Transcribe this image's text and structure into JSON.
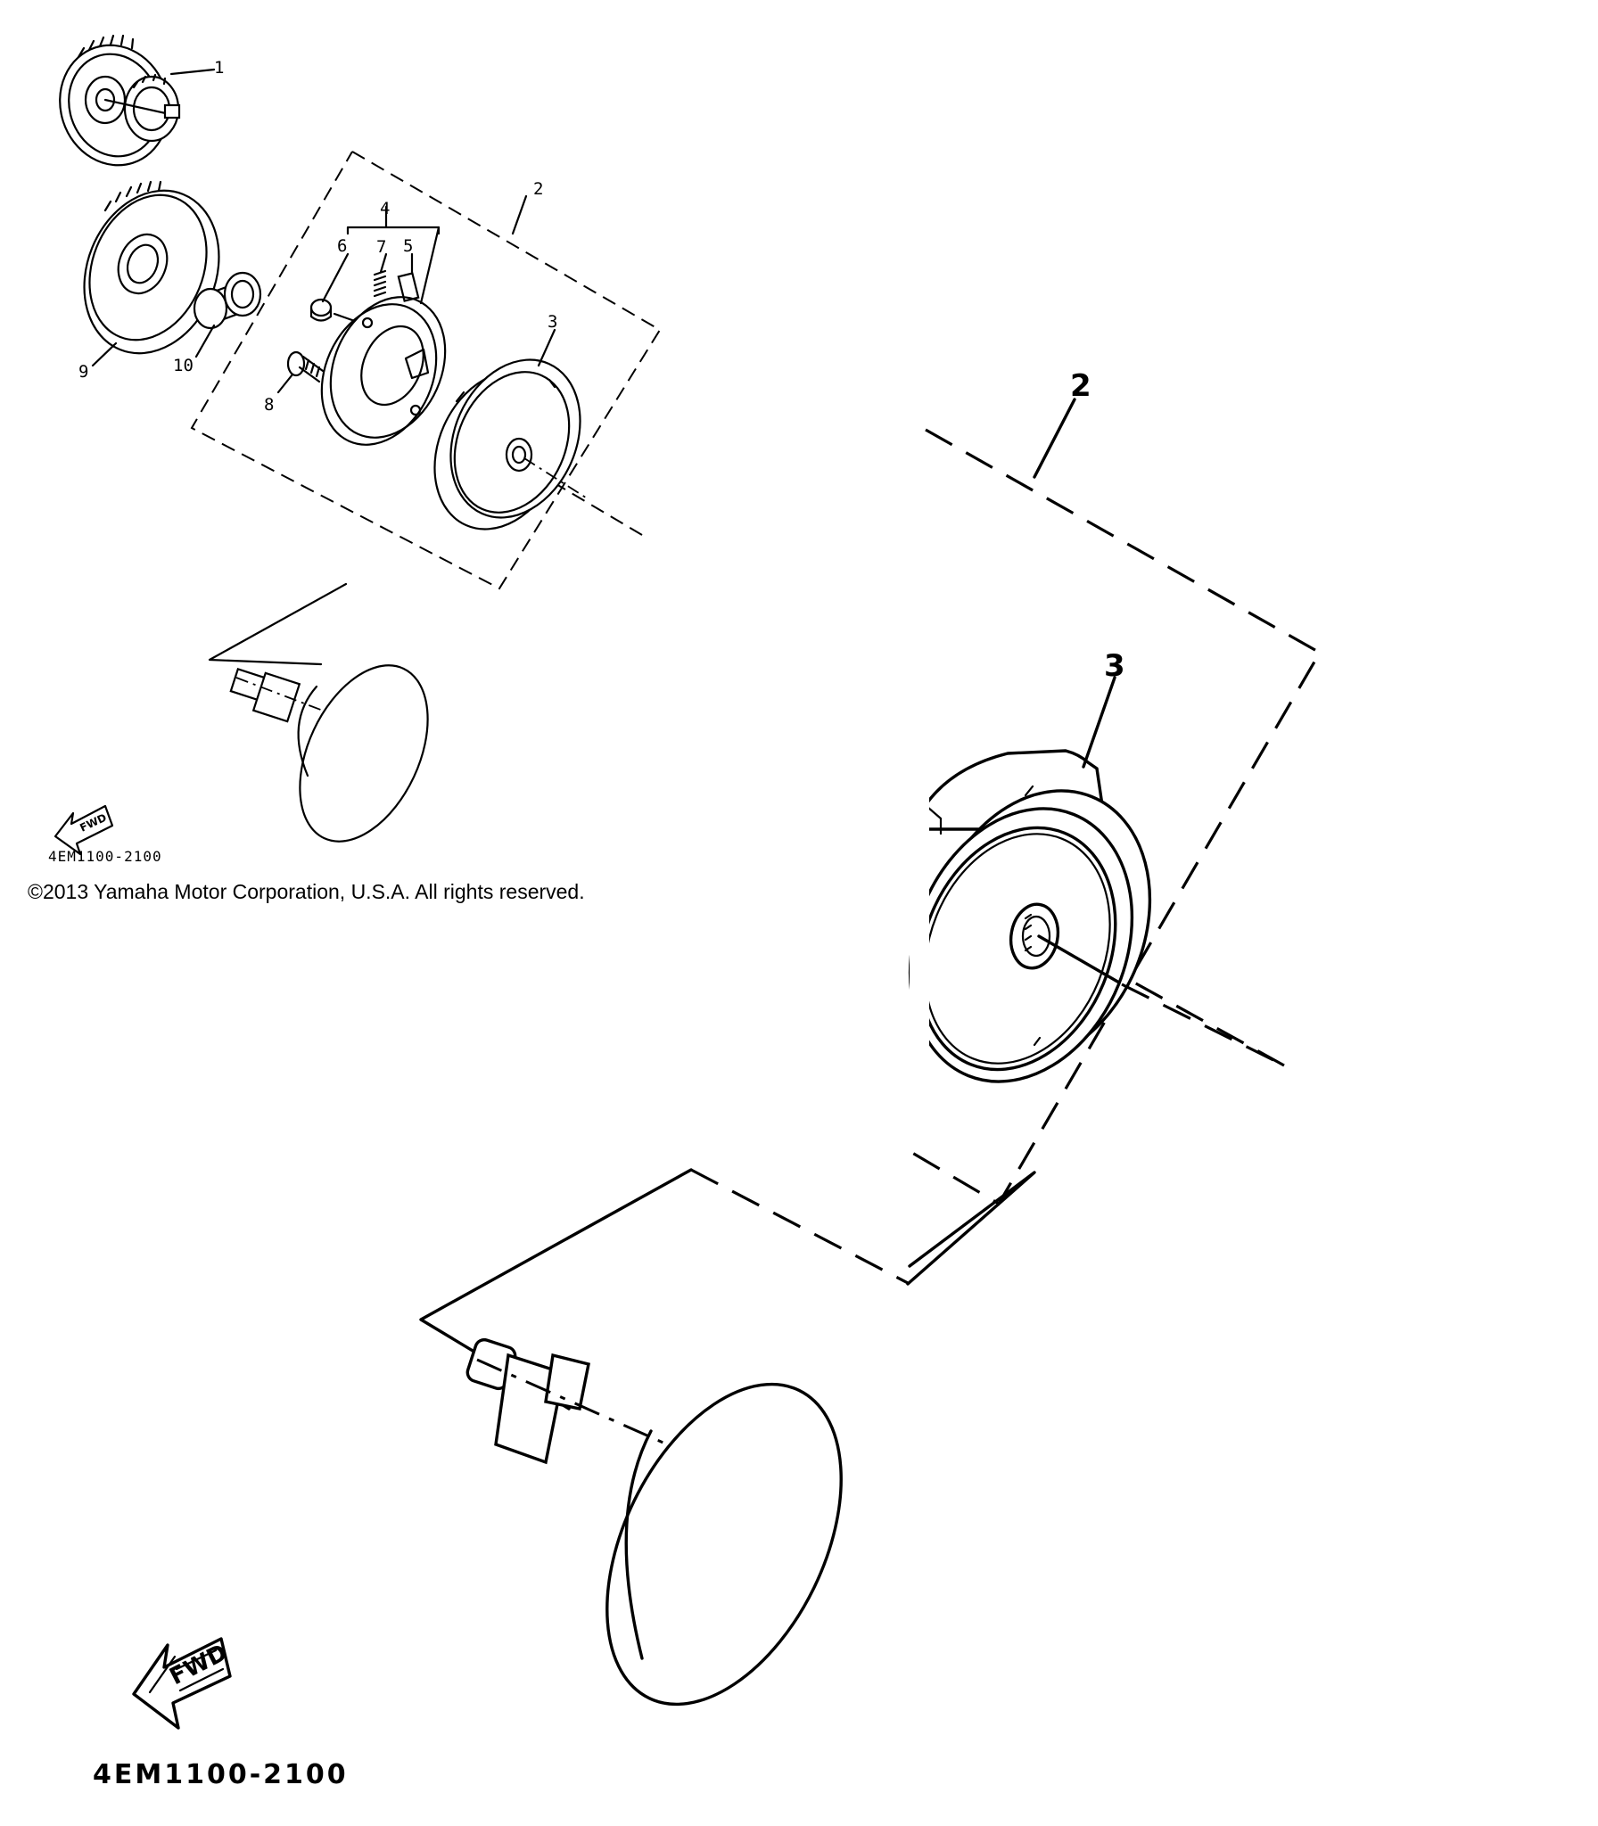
{
  "diagram_id": "4EM1100-2100",
  "copyright": "©2013 Yamaha Motor Corporation, U.S.A. All rights reserved.",
  "direction_label": "FWD",
  "callouts": {
    "overview": [
      "1",
      "2",
      "3",
      "4",
      "5",
      "6",
      "7",
      "8",
      "9",
      "10"
    ],
    "detail": [
      "2",
      "3"
    ]
  },
  "colors": {
    "ink": "#000000",
    "paper": "#ffffff"
  }
}
